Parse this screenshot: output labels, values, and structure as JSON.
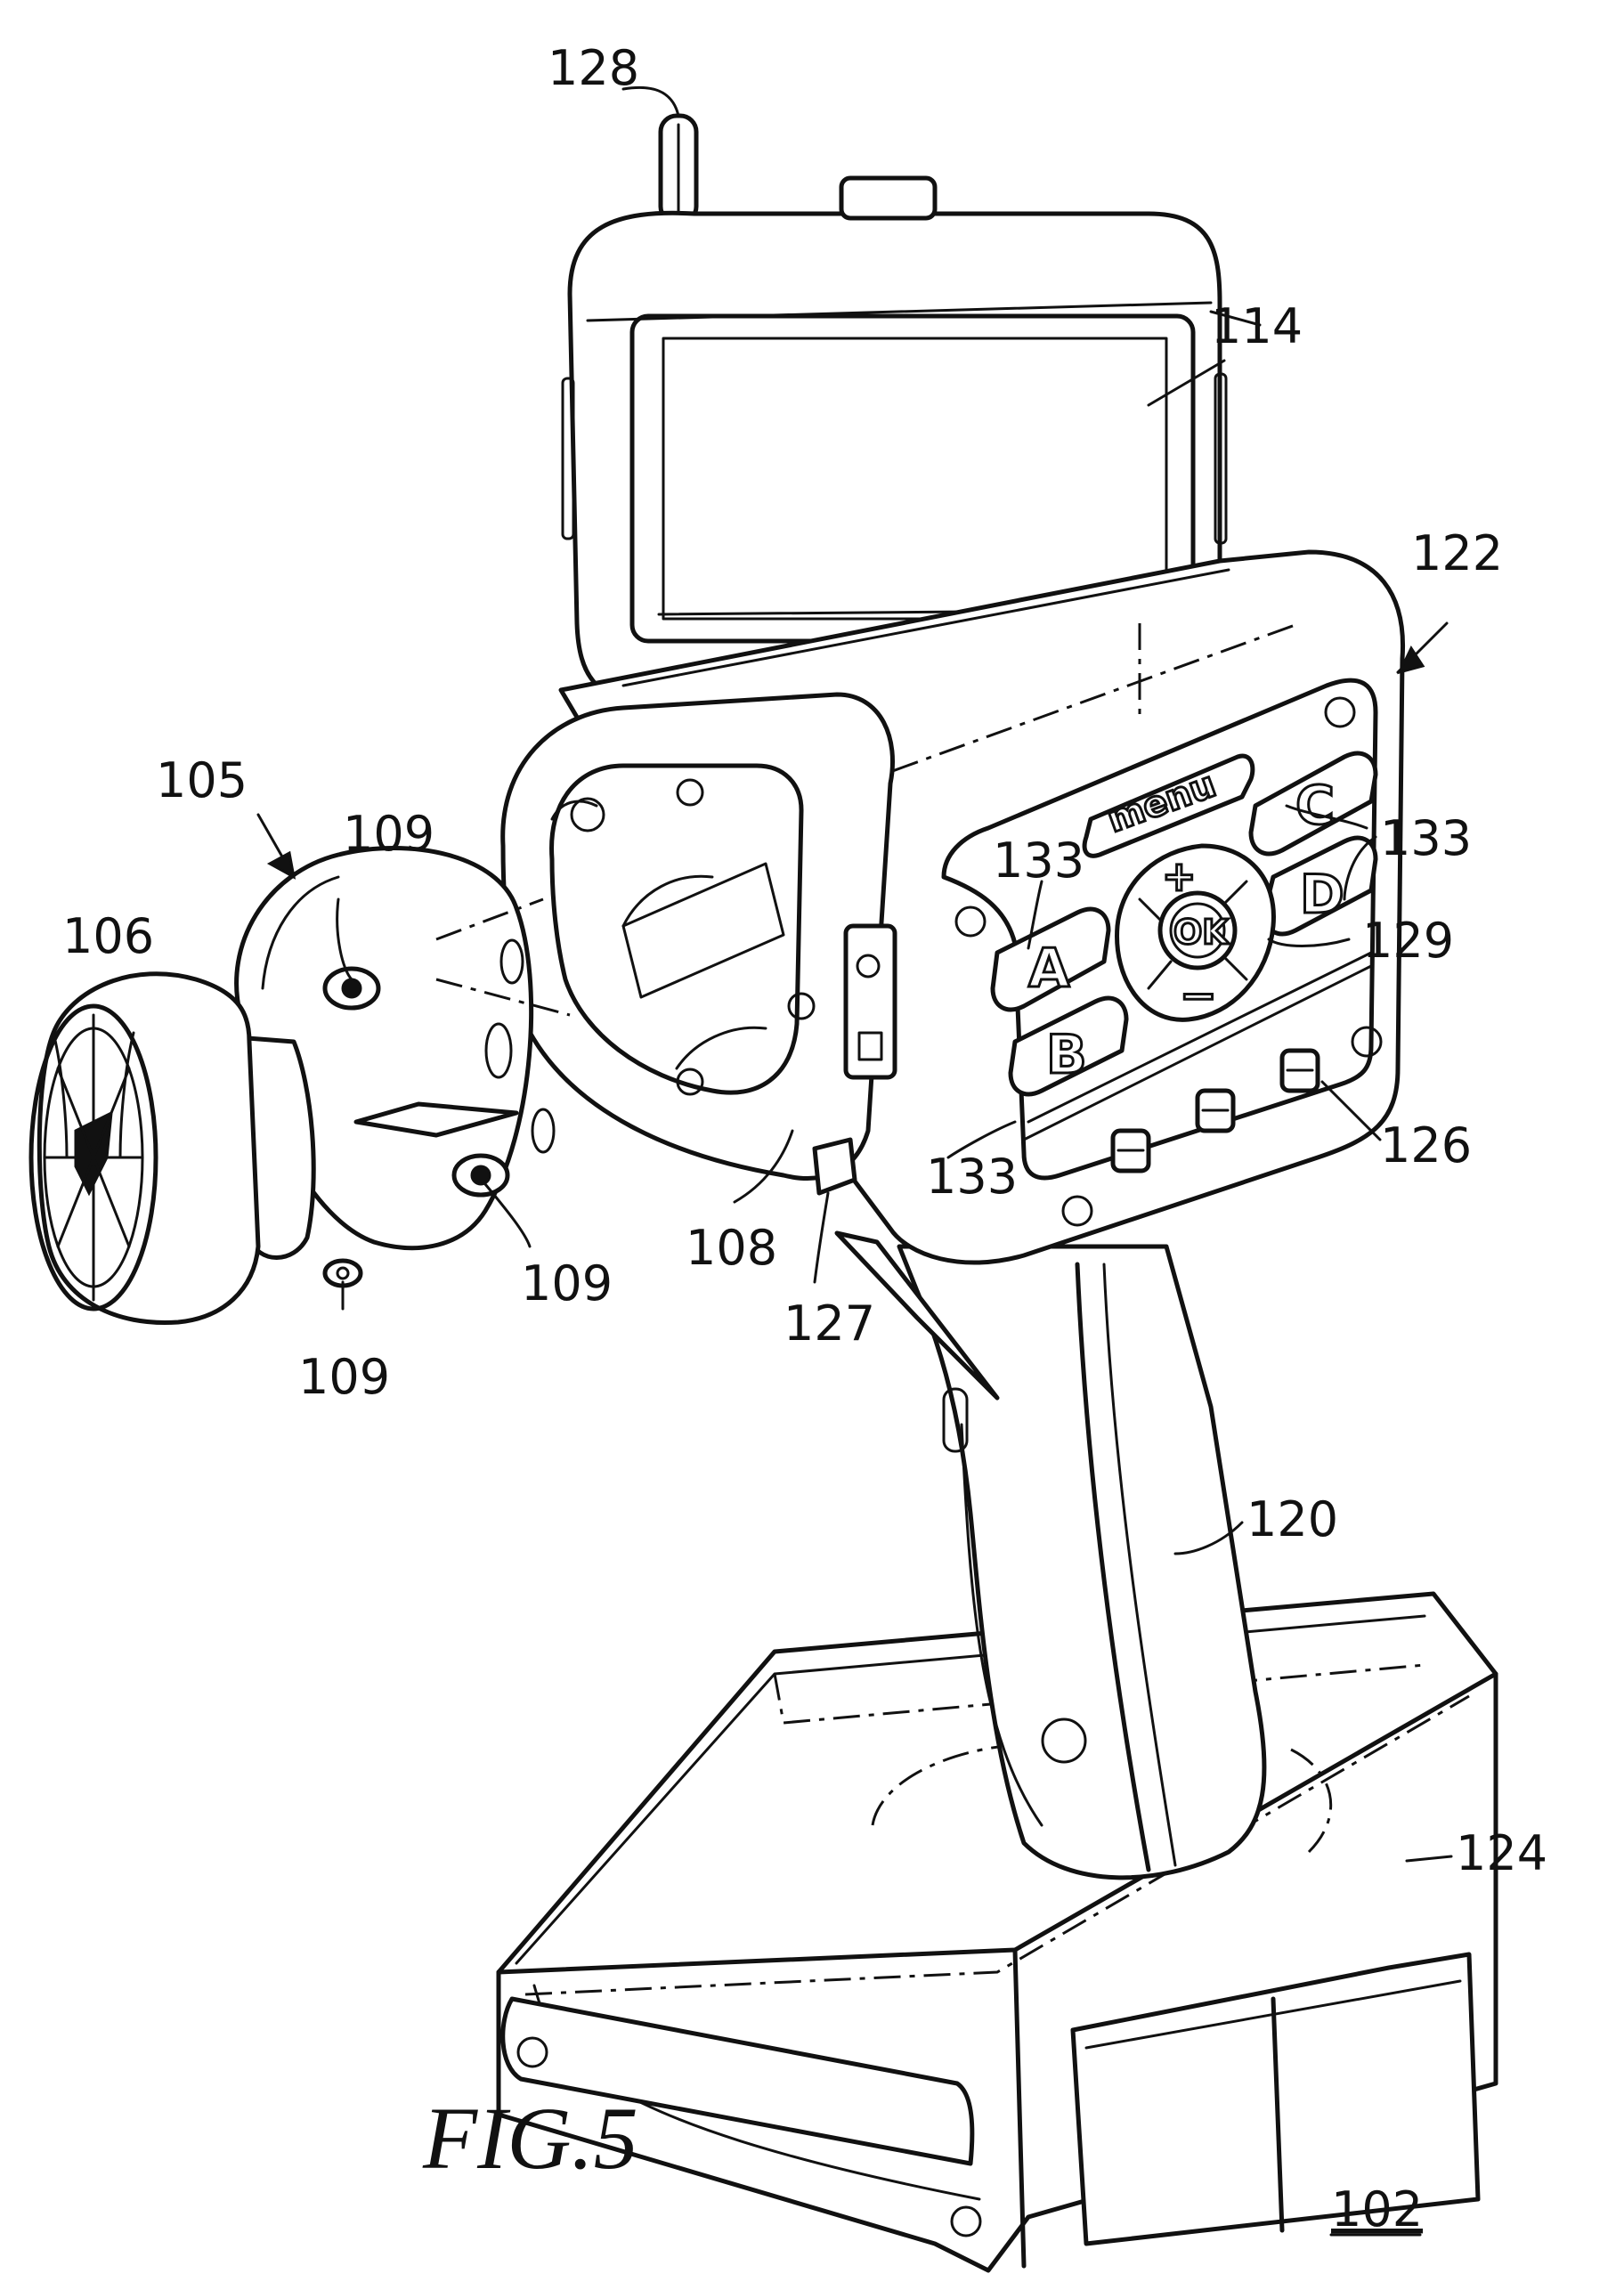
{
  "figure": {
    "caption": "FIG.5",
    "sheet_ref": "102"
  },
  "labels": {
    "antenna": "128",
    "display": "114",
    "control_panel": "122",
    "steering_assembly": "105",
    "wheel": "106",
    "screw_top": "109",
    "screw_right": "109",
    "screw_bottom": "109",
    "buttons_top": "133",
    "buttons_left": "133",
    "buttons_bottom": "133",
    "ok_pad": "129",
    "trim_switches": "126",
    "wheel_mount": "108",
    "trigger_switch": "127",
    "handle": "120",
    "base": "124"
  },
  "buttons": {
    "menu": "menu",
    "a": "A",
    "b": "B",
    "c": "C",
    "d": "D",
    "ok": "OK",
    "plus": "+",
    "minus": "−"
  }
}
